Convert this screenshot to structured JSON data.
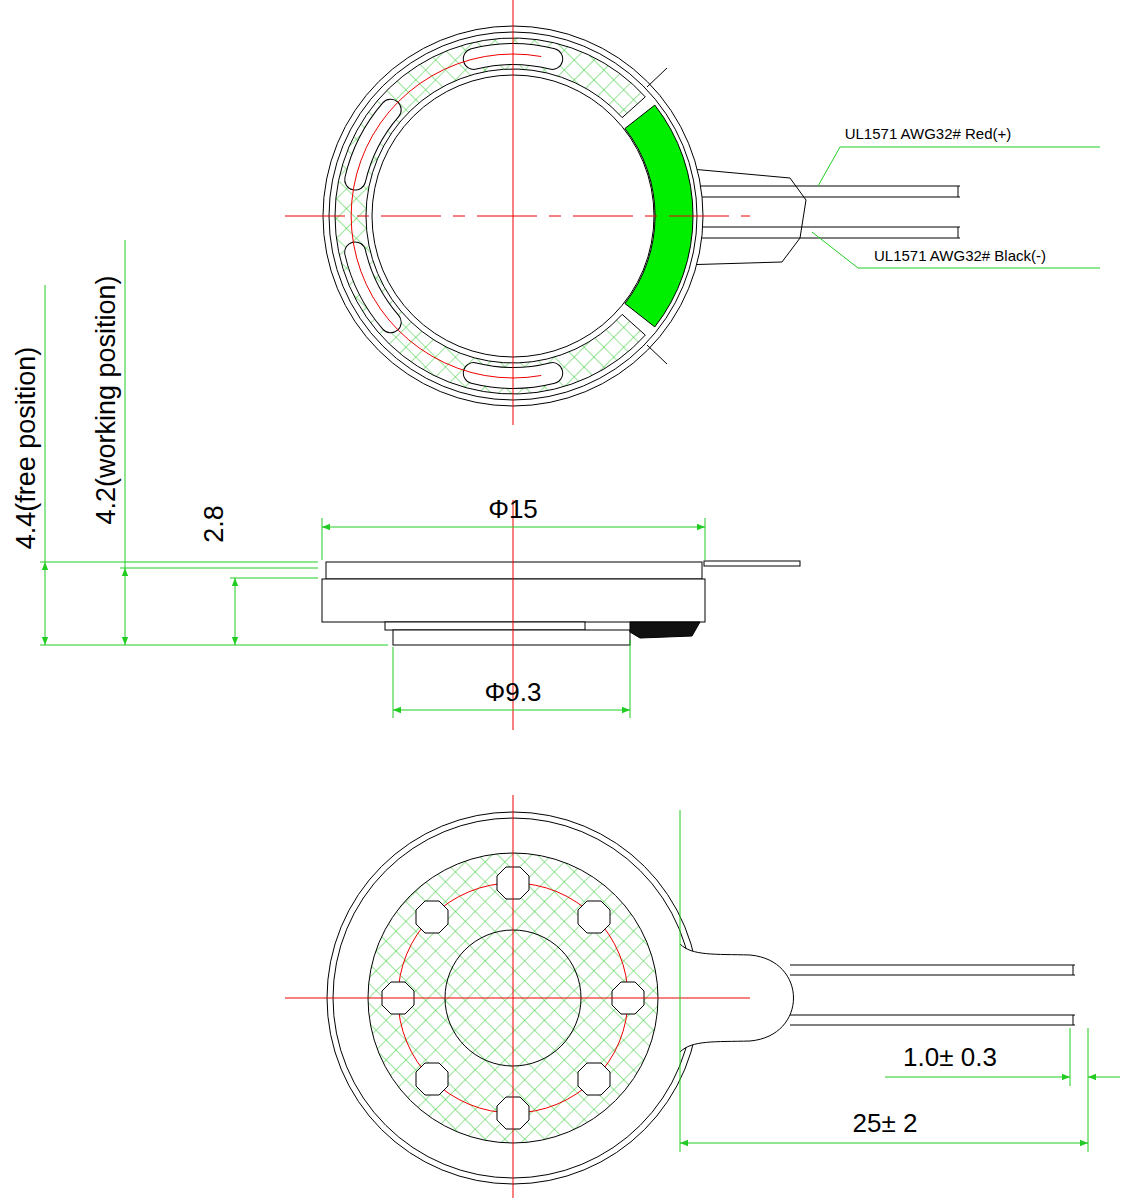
{
  "diagram": {
    "labels": [
      "UL1571 AWG32# Red(+)",
      "UL1571 AWG32# Black(-)",
      "4.4(free position)",
      "4.2(working position)",
      "2.8",
      "Φ15",
      "Φ9.3",
      "1.0± 0.3",
      "25± 2"
    ]
  }
}
